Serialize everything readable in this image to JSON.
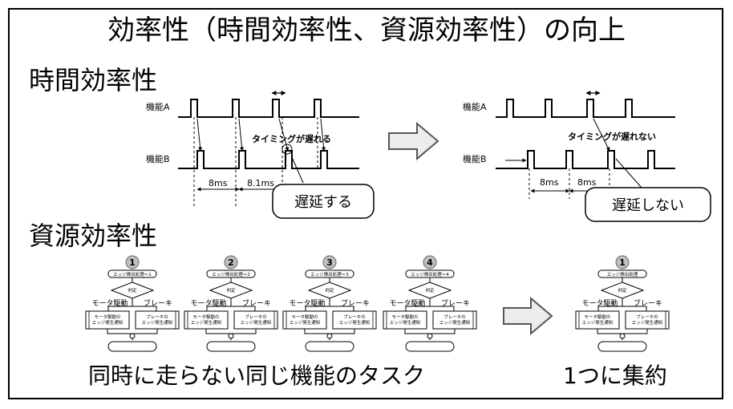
{
  "title": "効率性（時間効率性、資源効率性）の向上",
  "time_section": {
    "heading": "時間効率性",
    "before": {
      "label_a": "機能A",
      "label_b": "機能B",
      "note": "タイミングが遅れる",
      "interval_1": "8ms",
      "interval_2": "8.1ms",
      "callout": "遅延する"
    },
    "after": {
      "label_a": "機能A",
      "label_b": "機能B",
      "note": "タイミングが遅れない",
      "interval_1": "8ms",
      "interval_2": "8ms",
      "callout": "遅延しない"
    }
  },
  "resource_section": {
    "heading": "資源効率性",
    "before_caption": "同時に走らない同じ機能のタスク",
    "after_caption": "1つに集約",
    "flows": [
      {
        "num": "1",
        "header": "エッジ検出処理＝1",
        "decision": "判定",
        "left": "モータ駆動",
        "right": "ブレーキ",
        "box_left": "モータ駆動の\nエッジ発生通知",
        "box_right": "ブレーキの\nエッジ発生通知"
      },
      {
        "num": "2",
        "header": "エッジ検出処理＝2",
        "decision": "判定",
        "left": "モータ駆動",
        "right": "ブレーキ",
        "box_left": "モータ駆動の\nエッジ発生通知",
        "box_right": "ブレーキの\nエッジ発生通知"
      },
      {
        "num": "3",
        "header": "エッジ検出処理＝3",
        "decision": "判定",
        "left": "モータ駆動",
        "right": "ブレーキ",
        "box_left": "モータ駆動の\nエッジ発生通知",
        "box_right": "ブレーキの\nエッジ発生通知"
      },
      {
        "num": "4",
        "header": "エッジ検出処理＝4",
        "decision": "判定",
        "left": "モータ駆動",
        "right": "ブレーキ",
        "box_left": "モータ駆動の\nエッジ発生通知",
        "box_right": "ブレーキの\nエッジ発生通知"
      }
    ],
    "merged_flow": {
      "num": "1",
      "header": "エッジ検出処理",
      "decision": "判定",
      "left": "モータ駆動",
      "right": "ブレーキ",
      "box_left": "モータ駆動の\nエッジ発生通知",
      "box_right": "ブレーキの\nエッジ発生通知"
    }
  },
  "colors": {
    "line": "#000000",
    "arrow_fill": "#ececec",
    "arrow_stroke": "#555555",
    "circle_fill": "#bfbfbf"
  }
}
